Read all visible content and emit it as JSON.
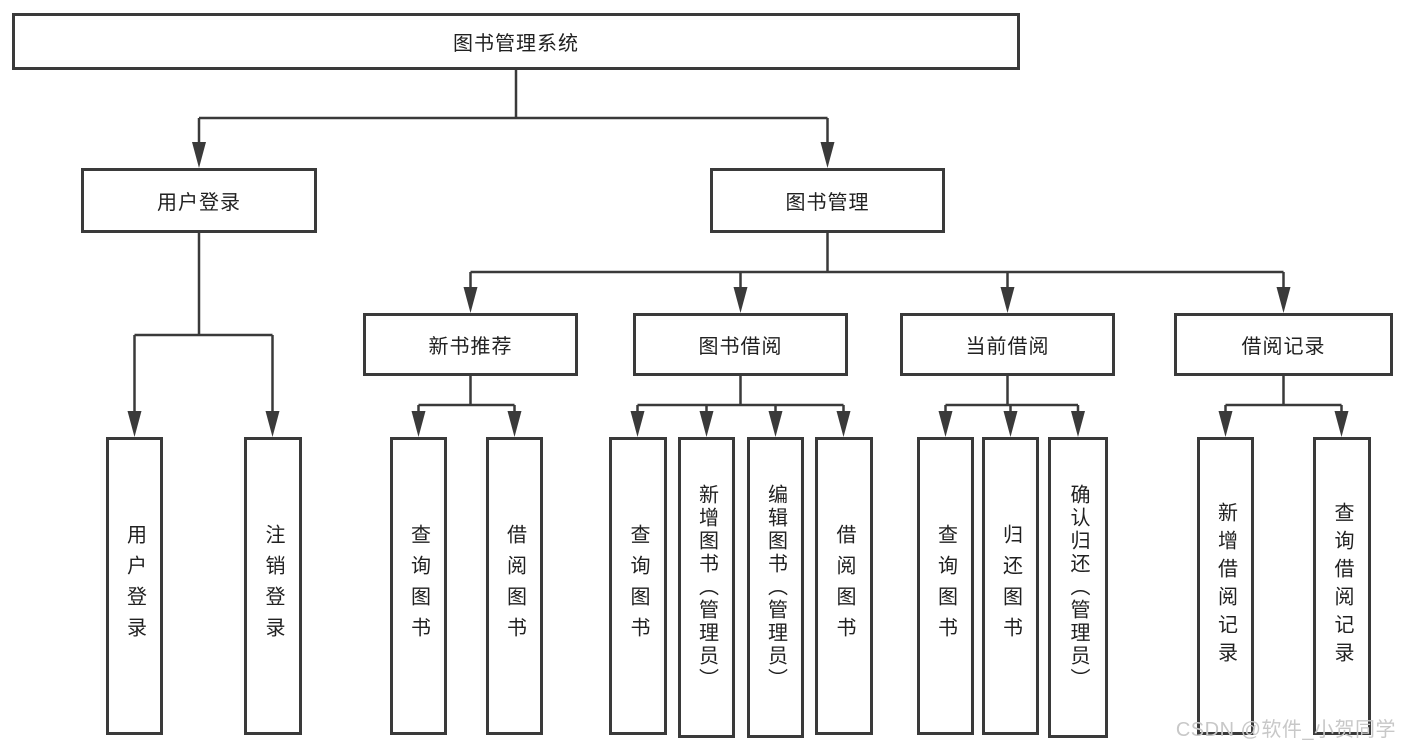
{
  "tree": {
    "root": {
      "label": "图书管理系统"
    },
    "level2": [
      {
        "label": "用户登录"
      },
      {
        "label": "图书管理"
      }
    ],
    "level3": [
      {
        "label": "新书推荐",
        "parent": "图书管理"
      },
      {
        "label": "图书借阅",
        "parent": "图书管理"
      },
      {
        "label": "当前借阅",
        "parent": "图书管理"
      },
      {
        "label": "借阅记录",
        "parent": "图书管理"
      }
    ],
    "leaves": [
      {
        "label": "用户登录",
        "parent": "用户登录"
      },
      {
        "label": "注销登录",
        "parent": "用户登录"
      },
      {
        "label": "查询图书",
        "parent": "新书推荐"
      },
      {
        "label": "借阅图书",
        "parent": "新书推荐"
      },
      {
        "label": "查询图书",
        "parent": "图书借阅"
      },
      {
        "label": "新增图书（管理员）",
        "parent": "图书借阅"
      },
      {
        "label": "编辑图书（管理员）",
        "parent": "图书借阅"
      },
      {
        "label": "借阅图书",
        "parent": "图书借阅"
      },
      {
        "label": "查询图书",
        "parent": "当前借阅"
      },
      {
        "label": "归还图书",
        "parent": "当前借阅"
      },
      {
        "label": "确认归还（管理员）",
        "parent": "当前借阅"
      },
      {
        "label": "新增借阅记录",
        "parent": "借阅记录"
      },
      {
        "label": "查询借阅记录",
        "parent": "借阅记录"
      }
    ]
  },
  "watermark": {
    "text": "CSDN @软件_小贺同学"
  },
  "colors": {
    "line": "#3a3a3a",
    "box_border": "#3a3a3a",
    "text": "#212121",
    "background": "#ffffff",
    "watermark_text": "#c8c8c8"
  }
}
